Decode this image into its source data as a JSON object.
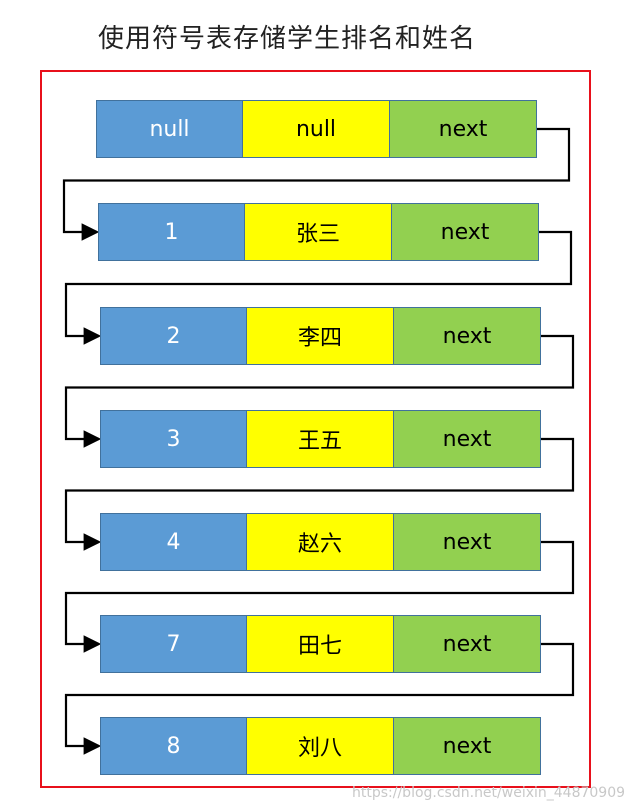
{
  "title": "使用符号表存储学生排名和姓名",
  "nodes": [
    {
      "key": "null",
      "value": "null",
      "next": "next"
    },
    {
      "key": "1",
      "value": "张三",
      "next": "next"
    },
    {
      "key": "2",
      "value": "李四",
      "next": "next"
    },
    {
      "key": "3",
      "value": "王五",
      "next": "next"
    },
    {
      "key": "4",
      "value": "赵六",
      "next": "next"
    },
    {
      "key": "7",
      "value": "田七",
      "next": "next"
    },
    {
      "key": "8",
      "value": "刘八",
      "next": "next"
    }
  ],
  "watermark": "https://blog.csdn.net/weixin_44870909",
  "colors": {
    "key": "#5b9bd5",
    "value": "#ffff00",
    "next": "#92d050",
    "frame": "#e8101b"
  }
}
